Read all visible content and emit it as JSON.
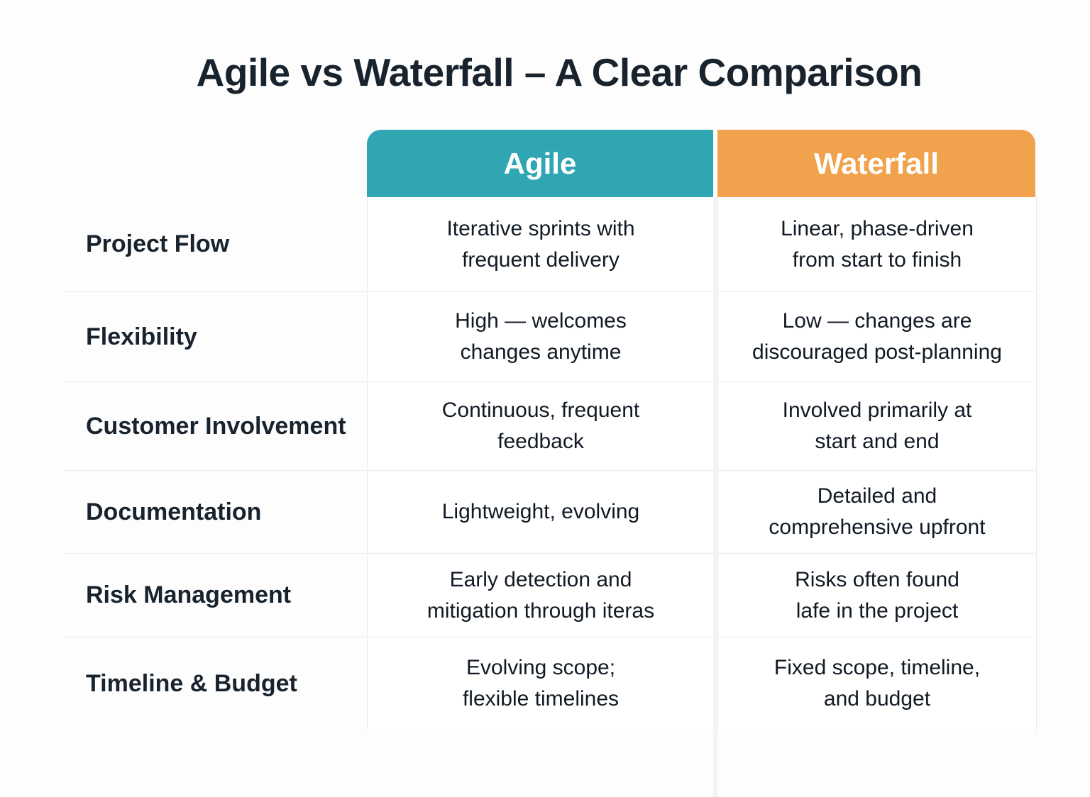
{
  "title": "Agile vs Waterfall – A Clear Comparison",
  "columns": {
    "agile": {
      "label": "Agile",
      "color": "#2fa6b2"
    },
    "waterfall": {
      "label": "Waterfall",
      "color": "#f0a24c"
    }
  },
  "rows": [
    {
      "label": "Project Flow",
      "agile": "Iterative sprints with\nfrequent delivery",
      "waterfall": "Linear, phase-driven\nfrom start to finish"
    },
    {
      "label": "Flexibility",
      "agile": "High — welcomes\nchanges anytime",
      "waterfall": "Low — changes are\ndiscouraged post-planning"
    },
    {
      "label": "Customer Involvement",
      "agile": "Continuous, frequent\nfeedback",
      "waterfall": "Involved primarily at\nstart and end"
    },
    {
      "label": "Documentation",
      "agile": "Lightweight, evolving",
      "waterfall": "Detailed and\ncomprehensive upfront"
    },
    {
      "label": "Risk Management",
      "agile": "Early detection and\nmitigation through iteras",
      "waterfall": "Risks often found\nlafe in the project"
    },
    {
      "label": "Timeline & Budget",
      "agile": "Evolving scope;\nflexible timelines",
      "waterfall": "Fixed scope, timeline,\nand budget"
    }
  ]
}
